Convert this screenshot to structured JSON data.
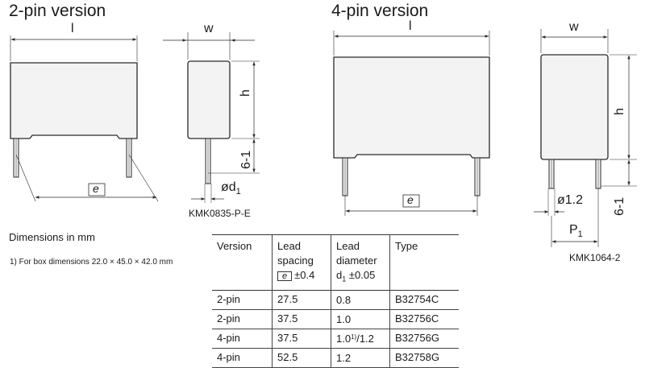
{
  "two_pin": {
    "heading": "2-pin version",
    "dim_l": "l",
    "dim_w": "w",
    "dim_h": "h",
    "dim_6": "6",
    "dim_minus1": "-1",
    "dim_e": "e",
    "dim_d_prefix": "ød",
    "dim_d_sub": "1",
    "drawing_code": "KMK0835-P-E"
  },
  "four_pin": {
    "heading": "4-pin version",
    "dim_l": "l",
    "dim_w": "w",
    "dim_h": "h",
    "dim_6": "6",
    "dim_minus1": "-1",
    "dim_e": "e",
    "dim_dia": "ø1.2",
    "dim_p": "P",
    "dim_p_sub": "1",
    "drawing_code": "KMK1064-2"
  },
  "notes": {
    "dimensions": "Dimensions in mm",
    "footnote": "1)  For box dimensions 22.0 × 45.0 × 42.0 mm"
  },
  "table": {
    "headers": {
      "version": "Version",
      "lead_spacing_1": "Lead",
      "lead_spacing_2": "spacing",
      "lead_spacing_e": "e",
      "lead_spacing_tol": "±0.4",
      "lead_diameter_1": "Lead",
      "lead_diameter_2": "diameter",
      "lead_diameter_d": "d",
      "lead_diameter_sub": "1",
      "lead_diameter_tol": " ±0.05",
      "type": "Type"
    },
    "rows": [
      {
        "version": "2-pin",
        "spacing": "27.5",
        "diameter": "0.8",
        "diameter_sup": "",
        "diameter_rest": "",
        "type": "B32754C"
      },
      {
        "version": "2-pin",
        "spacing": "37.5",
        "diameter": "1.0",
        "diameter_sup": "",
        "diameter_rest": "",
        "type": "B32756C"
      },
      {
        "version": "4-pin",
        "spacing": "37.5",
        "diameter": "1.0",
        "diameter_sup": "1)",
        "diameter_rest": "/1.2",
        "type": "B32756G"
      },
      {
        "version": "4-pin",
        "spacing": "52.5",
        "diameter": "1.2",
        "diameter_sup": "",
        "diameter_rest": "",
        "type": "B32758G"
      }
    ]
  },
  "colors": {
    "box_fill": "#f3f3f3",
    "outline": "#2a2a2a",
    "text": "#1a1a1a"
  }
}
